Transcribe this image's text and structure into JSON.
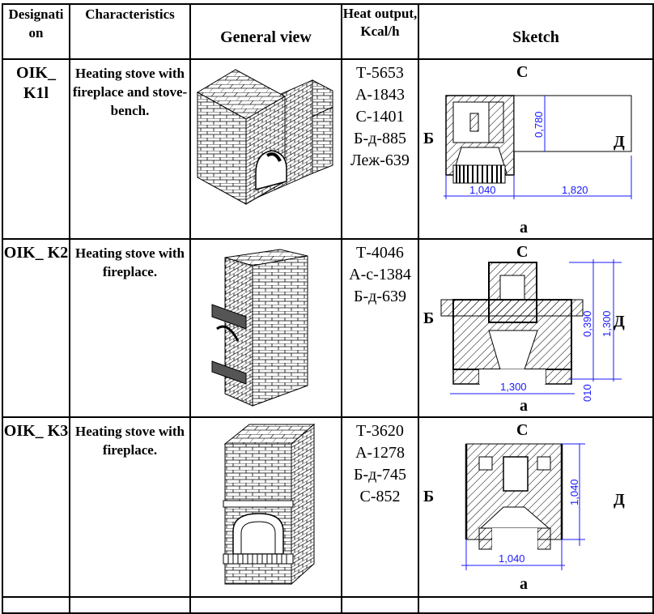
{
  "table": {
    "headers": {
      "designation": "Designati on",
      "characteristics": "Characteristics",
      "general_view": "General view",
      "heat_output": "Heat output, Kcal/h",
      "sketch": "Sketch"
    },
    "rows": [
      {
        "designation": "OIK_ K1l",
        "characteristics": "Heating stove with fireplace and stove-bench.",
        "heat_output": [
          "Т-5653",
          "А-1843",
          "С-1401",
          "Б-д-885",
          "Леж-639"
        ],
        "general_view_icon": "stove-with-bench-isometric",
        "sketch": {
          "top_label": "С",
          "left_label": "Б",
          "right_label": "Д",
          "bottom_label": "а",
          "dims": [
            "0,780",
            "1,040",
            "1,820"
          ]
        }
      },
      {
        "designation": "OIK_ K2",
        "characteristics": "Heating stove with fireplace.",
        "heat_output": [
          "Т-4046",
          "А-с-1384",
          "Б-д-639"
        ],
        "general_view_icon": "stove-two-fireplaces-isometric",
        "sketch": {
          "top_label": "С",
          "left_label": "Б",
          "right_label": "Д",
          "bottom_label": "а",
          "dims": [
            "0,390",
            "1,300",
            "1,300",
            "010"
          ]
        }
      },
      {
        "designation": "OIK_ K3",
        "characteristics": "Heating stove with fireplace.",
        "heat_output": [
          "Т-3620",
          "А-1278",
          "Б-д-745",
          "С-852"
        ],
        "general_view_icon": "stove-front-fireplace-isometric",
        "sketch": {
          "top_label": "С",
          "left_label": "Б",
          "right_label": "Д",
          "bottom_label": "а",
          "dims": [
            "1,040",
            "1,040"
          ]
        }
      }
    ]
  },
  "colors": {
    "dimension": "#1a1aff",
    "border": "#000000"
  }
}
